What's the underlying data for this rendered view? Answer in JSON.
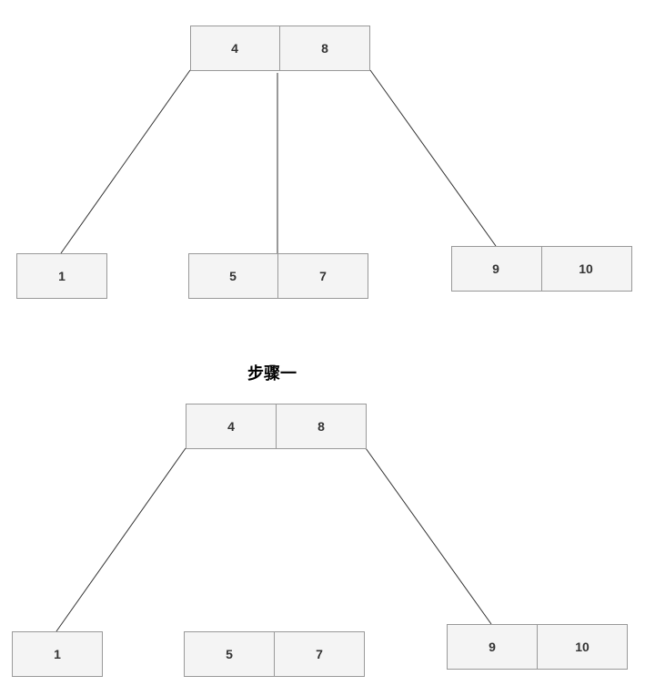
{
  "diagrams": [
    {
      "root": [
        "4",
        "8"
      ],
      "children": [
        [
          "1"
        ],
        [
          "5",
          "7"
        ],
        [
          "9",
          "10"
        ]
      ],
      "edges_to": [
        0,
        1,
        2
      ]
    },
    {
      "title": "步骤一",
      "root": [
        "4",
        "8"
      ],
      "children": [
        [
          "1"
        ],
        [
          "5",
          "7"
        ],
        [
          "9",
          "10"
        ]
      ],
      "edges_to": [
        0,
        2
      ]
    }
  ]
}
